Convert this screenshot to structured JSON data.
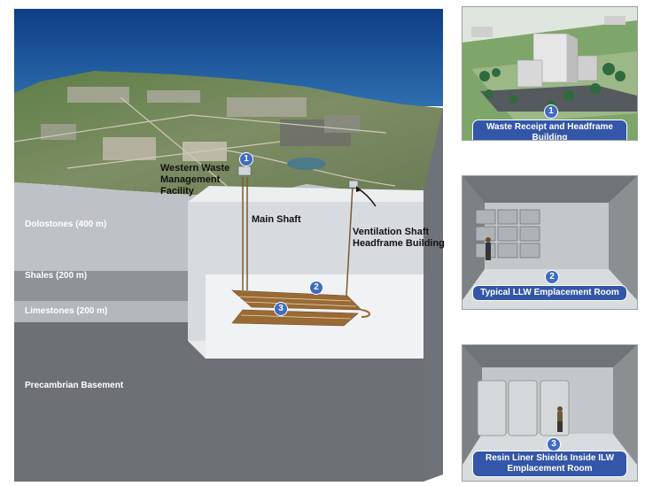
{
  "diagram": {
    "facility_label": "Western Waste Management Facility",
    "facility_lines": [
      "Western Waste",
      "Management",
      "Facility"
    ],
    "main_shaft": "Main Shaft",
    "vent_lines": [
      "Ventilation Shaft",
      "Headframe Building"
    ],
    "layers": [
      {
        "label": "Dolostones (400 m)"
      },
      {
        "label": "Shales (200 m)"
      },
      {
        "label": "Limestones (200 m)"
      },
      {
        "label": "Precambrian Basement"
      }
    ],
    "markers": [
      "1",
      "2",
      "3"
    ]
  },
  "panels": [
    {
      "number": "1",
      "caption_lines": [
        "Waste Receipt and Headframe Building"
      ]
    },
    {
      "number": "2",
      "caption_lines": [
        "Typical LLW Emplacement Room"
      ]
    },
    {
      "number": "3",
      "caption_lines": [
        "Resin Liner Shields Inside ILW",
        "Emplacement Room"
      ]
    }
  ],
  "colors": {
    "caption_bg": "#3456a8",
    "marker": "#3f6bc2",
    "repository": "#9a6a35"
  }
}
